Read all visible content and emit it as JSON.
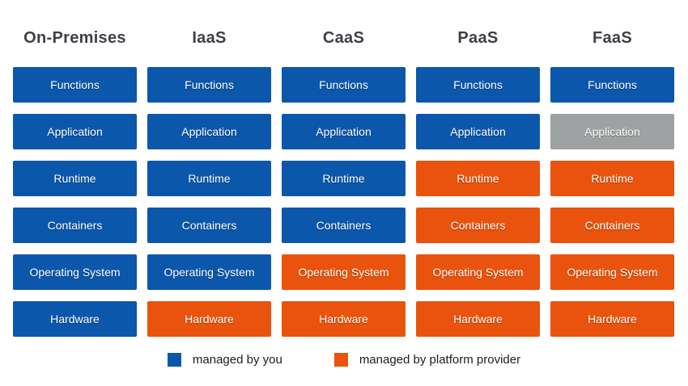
{
  "colors": {
    "you": "#0B57AB",
    "provider": "#EA530D",
    "shared": "#9FA2A2",
    "header_text": "#3F3F48",
    "cell_text": "#FFFFFF",
    "legend_text": "#1C1C1C",
    "background": "#FFFFFF"
  },
  "columns": [
    {
      "title": "On-Premises",
      "cells": [
        {
          "label": "Functions",
          "owner": "you"
        },
        {
          "label": "Application",
          "owner": "you"
        },
        {
          "label": "Runtime",
          "owner": "you"
        },
        {
          "label": "Containers",
          "owner": "you"
        },
        {
          "label": "Operating System",
          "owner": "you"
        },
        {
          "label": "Hardware",
          "owner": "you"
        }
      ]
    },
    {
      "title": "IaaS",
      "cells": [
        {
          "label": "Functions",
          "owner": "you"
        },
        {
          "label": "Application",
          "owner": "you"
        },
        {
          "label": "Runtime",
          "owner": "you"
        },
        {
          "label": "Containers",
          "owner": "you"
        },
        {
          "label": "Operating System",
          "owner": "you"
        },
        {
          "label": "Hardware",
          "owner": "provider"
        }
      ]
    },
    {
      "title": "CaaS",
      "cells": [
        {
          "label": "Functions",
          "owner": "you"
        },
        {
          "label": "Application",
          "owner": "you"
        },
        {
          "label": "Runtime",
          "owner": "you"
        },
        {
          "label": "Containers",
          "owner": "you"
        },
        {
          "label": "Operating System",
          "owner": "provider"
        },
        {
          "label": "Hardware",
          "owner": "provider"
        }
      ]
    },
    {
      "title": "PaaS",
      "cells": [
        {
          "label": "Functions",
          "owner": "you"
        },
        {
          "label": "Application",
          "owner": "you"
        },
        {
          "label": "Runtime",
          "owner": "provider"
        },
        {
          "label": "Containers",
          "owner": "provider"
        },
        {
          "label": "Operating System",
          "owner": "provider"
        },
        {
          "label": "Hardware",
          "owner": "provider"
        }
      ]
    },
    {
      "title": "FaaS",
      "cells": [
        {
          "label": "Functions",
          "owner": "you"
        },
        {
          "label": "Application",
          "owner": "shared"
        },
        {
          "label": "Runtime",
          "owner": "provider"
        },
        {
          "label": "Containers",
          "owner": "provider"
        },
        {
          "label": "Operating System",
          "owner": "provider"
        },
        {
          "label": "Hardware",
          "owner": "provider"
        }
      ]
    }
  ],
  "legend": [
    {
      "label": "managed by you",
      "owner": "you"
    },
    {
      "label": "managed by platform provider",
      "owner": "provider"
    }
  ]
}
